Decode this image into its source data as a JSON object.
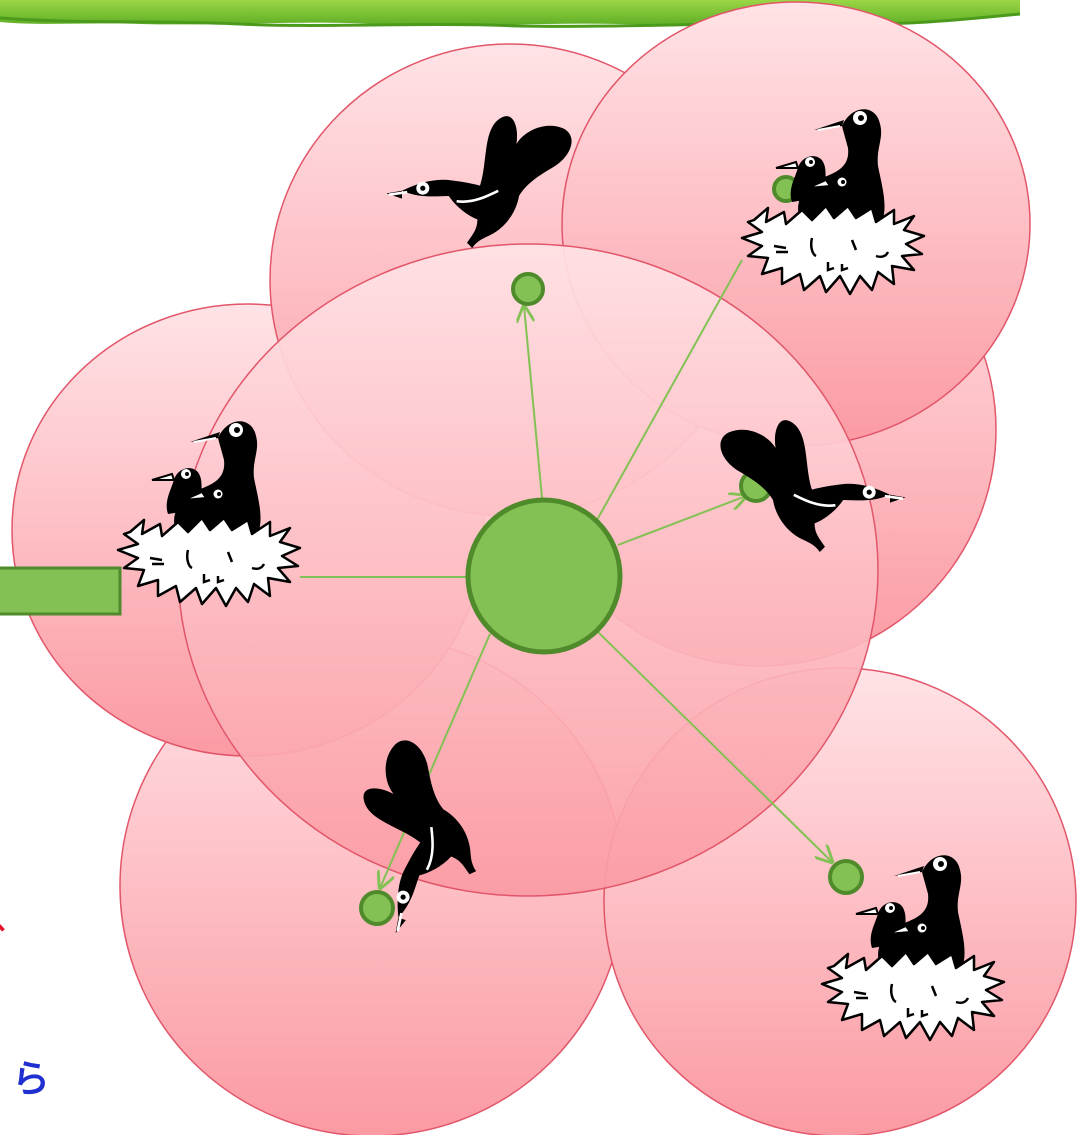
{
  "colors": {
    "grass_top": "#8fd13a",
    "grass_dark": "#4c9a1c",
    "territory_fill_top": "#ffe3e6",
    "territory_fill_bottom": "#fb9aa3",
    "territory_stroke": "#e2566a",
    "node_fill": "#84c154",
    "node_stroke": "#4f8a2b",
    "edge_color": "#84c154",
    "text_red": "#e8132a",
    "text_blue": "#1f2fd0"
  },
  "side_text": {
    "red": "、",
    "blue": "ら"
  },
  "territories": [
    {
      "name": "territory-top",
      "icon": "flying-bird-icon"
    },
    {
      "name": "territory-top-right",
      "icon": "nesting-bird-icon"
    },
    {
      "name": "territory-right",
      "icon": "flying-bird-icon"
    },
    {
      "name": "territory-left",
      "icon": "nesting-bird-icon"
    },
    {
      "name": "territory-bottom-left",
      "icon": "flying-bird-icon"
    },
    {
      "name": "territory-bottom-right",
      "icon": "nesting-bird-icon"
    },
    {
      "name": "territory-center",
      "icon": "hub-node-icon"
    }
  ],
  "edges": [
    {
      "from": "hub",
      "to": "top",
      "arrow": true
    },
    {
      "from": "hub",
      "to": "top-right",
      "arrow": false
    },
    {
      "from": "hub",
      "to": "right",
      "arrow": true
    },
    {
      "from": "hub",
      "to": "left",
      "arrow": false
    },
    {
      "from": "hub",
      "to": "bottom-left",
      "arrow": true
    },
    {
      "from": "hub",
      "to": "bottom-right",
      "arrow": true
    }
  ]
}
